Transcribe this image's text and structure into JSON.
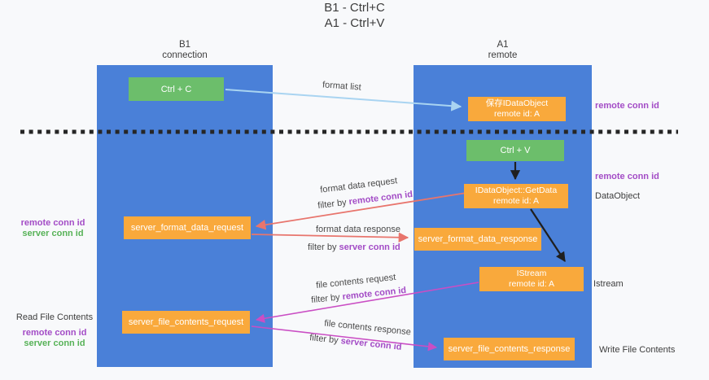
{
  "title": {
    "line1": "B1 - Ctrl+C",
    "line2": "A1 - Ctrl+V"
  },
  "lanes": {
    "left": {
      "name": "B1",
      "subtitle": "connection"
    },
    "right": {
      "name": "A1",
      "subtitle": "remote"
    }
  },
  "nodes": {
    "ctrl_c": {
      "label": "Ctrl + C"
    },
    "ctrl_v": {
      "label": "Ctrl + V"
    },
    "save_dataobject": {
      "line1": "保存IDataObject",
      "line2": "remote id: A"
    },
    "getdata": {
      "line1": "IDataObject::GetData",
      "line2": "remote id: A"
    },
    "istream": {
      "line1": "IStream",
      "line2": "remote id: A"
    },
    "server_format_data_request": {
      "label": "server_format_data_request"
    },
    "server_format_data_response": {
      "label": "server_format_data_response"
    },
    "server_file_contents_request": {
      "label": "server_file_contents_request"
    },
    "server_file_contents_response": {
      "label": "server_file_contents_response"
    }
  },
  "flow_labels": {
    "format_list": "format list",
    "format_request": {
      "title": "format data request",
      "filter_prefix": "filter by",
      "filter_key": "remote conn id"
    },
    "format_response": {
      "title": "format data response",
      "filter_prefix": "filter by",
      "filter_key": "server conn id"
    },
    "file_request": {
      "title": "file contents request",
      "filter_prefix": "filter by",
      "filter_key": "remote conn id"
    },
    "file_response": {
      "title": "file contents response",
      "filter_prefix": "filter by",
      "filter_key": "server conn id"
    }
  },
  "side_labels": {
    "right_top_remote_conn_id": "remote conn id",
    "right_mid_remote_conn_id": "remote conn id",
    "right_dataobject": "DataObject",
    "right_istream": "Istream",
    "right_write_file_contents": "Write File Contents",
    "left_top": {
      "remote": "remote conn id",
      "server": "server conn id"
    },
    "left_bottom": {
      "title": "Read File Contents",
      "remote": "remote conn id",
      "server": "server conn id"
    }
  },
  "colors": {
    "background": "#f8f9fb",
    "lane_blue": "#4a80d8",
    "box_orange": "#f9a93c",
    "box_green": "#6cbe6b",
    "purple_text": "#a34cc6",
    "green_text": "#57b257",
    "salmon_arrow": "#e8756d",
    "magenta_arrow": "#ca4ec4",
    "light_blue_arrow": "#a9d4f1",
    "black_arrow": "#1f1f1f"
  }
}
